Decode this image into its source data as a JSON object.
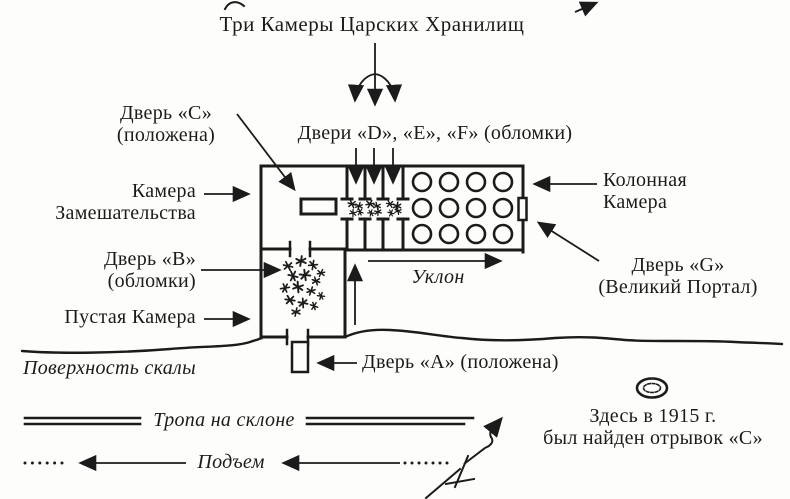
{
  "diagram": {
    "title": "Три Камеры Царских Хранилищ",
    "labels": {
      "door_c": {
        "line1": "Дверь «C»",
        "line2": "(положена)"
      },
      "doors_def": "Двери «D», «E», «F» (обломки)",
      "confusion_chamber": {
        "line1": "Камера",
        "line2": "Замешательства"
      },
      "columned_chamber": {
        "line1": "Колонная",
        "line2": "Камера"
      },
      "door_b": {
        "line1": "Дверь «B»",
        "line2": "(обломки)"
      },
      "door_g": {
        "line1": "Дверь «G»",
        "line2": "(Великий Портал)"
      },
      "empty_chamber": "Пустая Камера",
      "slope": "Уклон",
      "door_a": "Дверь «A» (положена)",
      "rock_surface": "Поверхность скалы",
      "cliff_path": "Тропа на склоне",
      "ascent": "Подъем",
      "fragment_found": {
        "line1": "Здесь в 1915 г.",
        "line2": "был найден отрывок «C»"
      }
    },
    "columned_chamber_columns": {
      "rows": 3,
      "cols": 4
    },
    "colors": {
      "ink": "#1b1b1b",
      "paper": "#fdfdfb"
    }
  }
}
